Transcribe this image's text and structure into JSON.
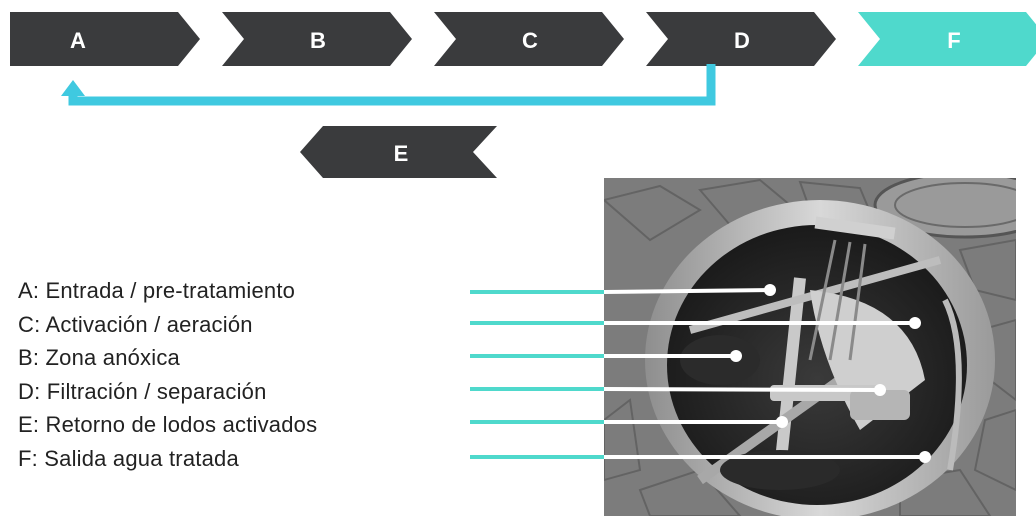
{
  "colors": {
    "chevron_dark": "#3a3b3d",
    "accent": "#4fd9cc",
    "return_arrow": "#3fc9e0",
    "leader_dark_segment": "#4fd9cc",
    "leader_photo_segment": "#ffffff"
  },
  "process": {
    "steps": [
      {
        "label": "A",
        "color": "#3a3b3d"
      },
      {
        "label": "B",
        "color": "#3a3b3d"
      },
      {
        "label": "C",
        "color": "#3a3b3d"
      },
      {
        "label": "D",
        "color": "#3a3b3d"
      },
      {
        "label": "F",
        "color": "#4fd9cc"
      }
    ],
    "return_step": {
      "label": "E",
      "color": "#3a3b3d"
    },
    "return_arrow": {
      "from": "D",
      "to": "A"
    }
  },
  "legend": {
    "items": [
      "A: Entrada / pre-tratamiento",
      "C: Activación / aeración",
      "B: Zona anóxica",
      "D: Filtración / separación",
      "E: Retorno de lodos activados",
      "F: Salida agua tratada"
    ]
  }
}
